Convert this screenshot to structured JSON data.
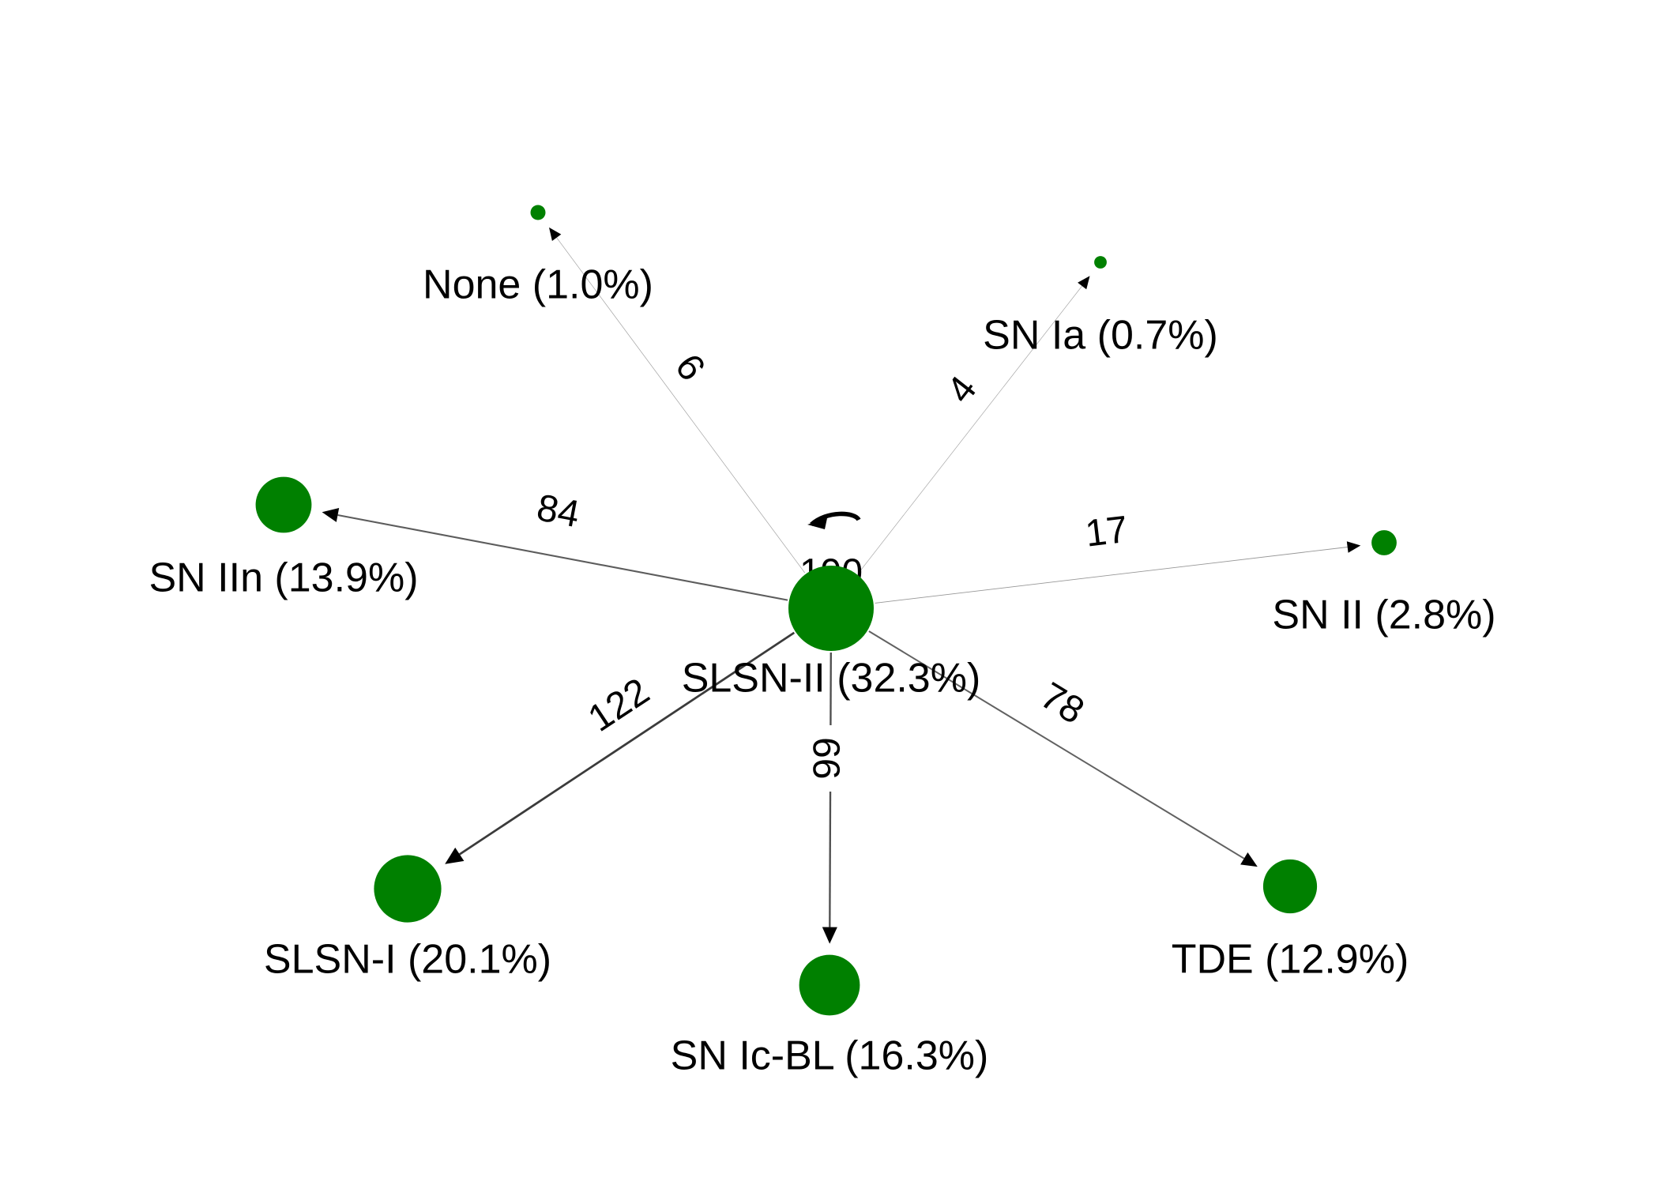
{
  "colors": {
    "node": "#008000",
    "edge": "#000000",
    "background": "#ffffff"
  },
  "nodes": [
    {
      "id": "SLSN-II",
      "label": "SLSN-II (32.3%)",
      "percent": 32.3
    },
    {
      "id": "SLSN-I",
      "label": "SLSN-I (20.1%)",
      "percent": 20.1
    },
    {
      "id": "SN Ic-BL",
      "label": "SN Ic-BL (16.3%)",
      "percent": 16.3
    },
    {
      "id": "SN IIn",
      "label": "SN IIn (13.9%)",
      "percent": 13.9
    },
    {
      "id": "TDE",
      "label": "TDE (12.9%)",
      "percent": 12.9
    },
    {
      "id": "SN II",
      "label": "SN II (2.8%)",
      "percent": 2.8
    },
    {
      "id": "None",
      "label": "None (1.0%)",
      "percent": 1.0
    },
    {
      "id": "SN Ia",
      "label": "SN Ia (0.7%)",
      "percent": 0.7
    }
  ],
  "edges": [
    {
      "source": "SLSN-II",
      "target": "SLSN-II",
      "weight": "190"
    },
    {
      "source": "SLSN-II",
      "target": "SLSN-I",
      "weight": "122"
    },
    {
      "source": "SLSN-II",
      "target": "SN Ic-BL",
      "weight": "99"
    },
    {
      "source": "SLSN-II",
      "target": "SN IIn",
      "weight": "84"
    },
    {
      "source": "SLSN-II",
      "target": "TDE",
      "weight": "78"
    },
    {
      "source": "SLSN-II",
      "target": "SN II",
      "weight": "17"
    },
    {
      "source": "SLSN-II",
      "target": "None",
      "weight": "6"
    },
    {
      "source": "SLSN-II",
      "target": "SN Ia",
      "weight": "4"
    }
  ]
}
